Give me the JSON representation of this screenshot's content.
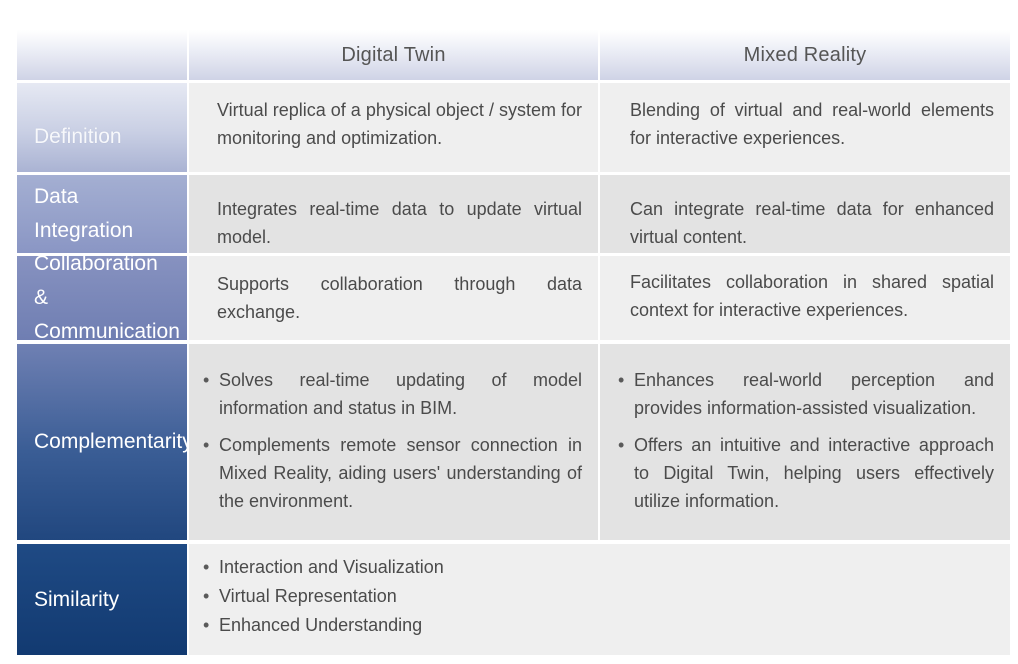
{
  "columns": [
    "Digital Twin",
    "Mixed Reality"
  ],
  "rows": [
    {
      "label": "Definition",
      "digital_twin": "Virtual replica of a physical object / system for monitoring and optimization.",
      "mixed_reality": "Blending of virtual and real-world elements for interactive experiences."
    },
    {
      "label": "Data Integration",
      "digital_twin": "Integrates real-time data to update virtual model.",
      "mixed_reality": "Can integrate real-time data for enhanced virtual content."
    },
    {
      "label": "Collaboration & Communication",
      "digital_twin": "Supports collaboration through data exchange.",
      "mixed_reality": "Facilitates collaboration in shared spatial context for interactive experiences."
    },
    {
      "label": "Complementarity",
      "digital_twin": [
        "Solves real-time updating of model information and status in BIM.",
        "Complements remote sensor connection in Mixed Reality, aiding users' understanding of the environment."
      ],
      "mixed_reality": [
        "Enhances real-world perception and provides information-assisted visualization.",
        "Offers an intuitive and interactive approach to Digital Twin, helping users effectively utilize information."
      ]
    },
    {
      "label": "Similarity",
      "shared": [
        "Interaction and Visualization",
        "Virtual Representation",
        "Enhanced Understanding"
      ]
    }
  ],
  "colors": {
    "header_gradient_bottom": "#cfd3e6",
    "label_light": "#c9cfe4",
    "label_dark": "#123a71",
    "cell_light": "#efefef",
    "cell_dark": "#e3e3e3"
  }
}
